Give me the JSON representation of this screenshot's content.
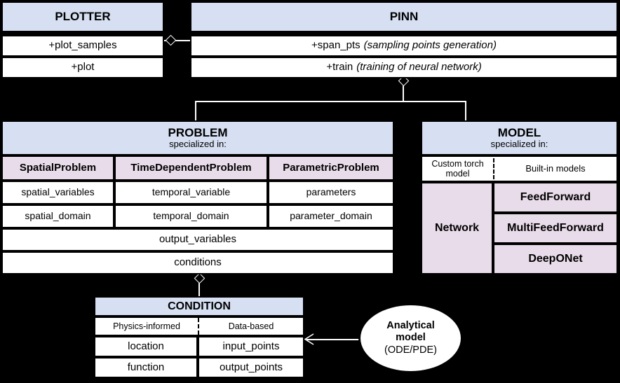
{
  "diagram": {
    "title": "PINA software architecture UML class diagram",
    "colors": {
      "header_blue": "#d6e0f2",
      "subclass_purple": "#e9dcea",
      "background": "#000000",
      "stroke": "#000000",
      "cell_white": "#ffffff"
    }
  },
  "plotter": {
    "title": "PLOTTER",
    "methods": [
      "+plot_samples",
      "+plot"
    ]
  },
  "pinn": {
    "title": "PINN",
    "methods": [
      {
        "name": "+span_pts",
        "note": "(sampling points generation)"
      },
      {
        "name": "+train",
        "note": "(training of neural network)"
      }
    ]
  },
  "problem": {
    "title": "PROBLEM",
    "subtitle": "specialized in:",
    "subclasses": [
      "SpatialProblem",
      "TimeDependentProblem",
      "ParametricProblem"
    ],
    "attributes_row1": [
      "spatial_variables",
      "temporal_variable",
      "parameters"
    ],
    "attributes_row2": [
      "spatial_domain",
      "temporal_domain",
      "parameter_domain"
    ],
    "shared_attributes": [
      "output_variables",
      "conditions"
    ]
  },
  "model": {
    "title": "MODEL",
    "subtitle": "specialized in:",
    "category_left": "Custom torch model",
    "category_right": "Built-in models",
    "left_entry": "Network",
    "right_entries": [
      "FeedForward",
      "MultiFeedForward",
      "DeepONet"
    ]
  },
  "condition": {
    "title": "CONDITION",
    "category_left": "Physics-informed",
    "category_right": "Data-based",
    "left_attributes": [
      "location",
      "function"
    ],
    "right_attributes": [
      "input_points",
      "output_points"
    ]
  },
  "analytical": {
    "line1": "Analytical",
    "line2": "model",
    "line3": "(ODE/PDE)"
  },
  "connectors": {
    "plotter_to_pinn": "aggregation-diamond",
    "pinn_to_children": "aggregation-diamond",
    "condition_to_problem": "aggregation-diamond",
    "analytical_to_condition": "open-arrow"
  }
}
